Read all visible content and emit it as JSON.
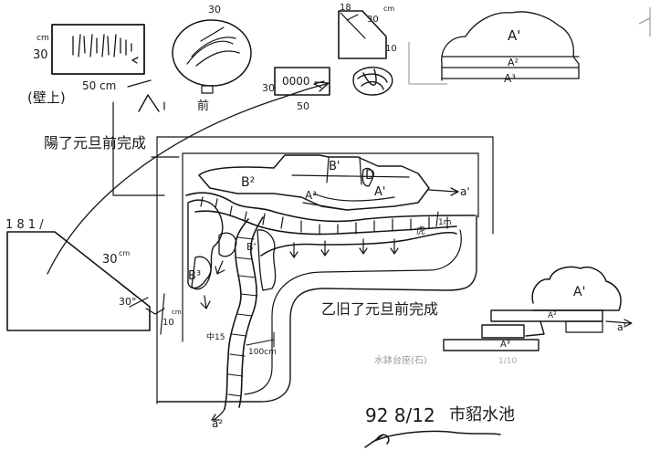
{
  "labels": {
    "dim_30cm_left": "30",
    "dim_cm_unit": "cm",
    "dim_50cm": "50 cm",
    "wall_top_note": "(壁上)",
    "note_top": "陽了元旦前完成",
    "dim_30_circle_top": "30",
    "front_mark": "前",
    "dim_30_box": "30",
    "box_pattern": "0000",
    "dim_50_box": "50",
    "dim_18": "18",
    "dim_30_sq": "30",
    "dim_cm_sq": "cm",
    "dim_10": "10",
    "zone_a1_top": "A'",
    "zone_a2_top": "A²",
    "zone_a3_top": "A³",
    "dim_18_side": "1 8 1 /",
    "dim_30_slope": "30",
    "dim_cm_slope": "cm",
    "angle_30": "30°",
    "dim_10_side": "10",
    "dim_cm_side": "cm",
    "zone_b2": "B²",
    "zone_b1": "B'",
    "zone_d": "D",
    "zone_a2_main": "A²",
    "zone_a1_main": "A'",
    "zone_b3": "B³",
    "zone_b_right": "B'",
    "zone_a_bottom": "a²",
    "zone_a_right": "a'",
    "dim_1m": "1m",
    "dim_hu": "虎",
    "dim_15": "中15",
    "dim_100cm": "100cm",
    "note_bottom": "乙旧了元旦前完成",
    "zone_a1_right": "A'",
    "zone_a2_right": "A²",
    "zone_a3_right": "A³",
    "zone_a_small": "a'",
    "faint_caption": "水鉢台座(石)",
    "faint_right": "1/10",
    "sign_date": "92 8/12",
    "sign_title": "市貂水池"
  },
  "colors": {
    "ink": "#151515",
    "paper": "#ffffff",
    "faint": "#8d8d8d"
  }
}
